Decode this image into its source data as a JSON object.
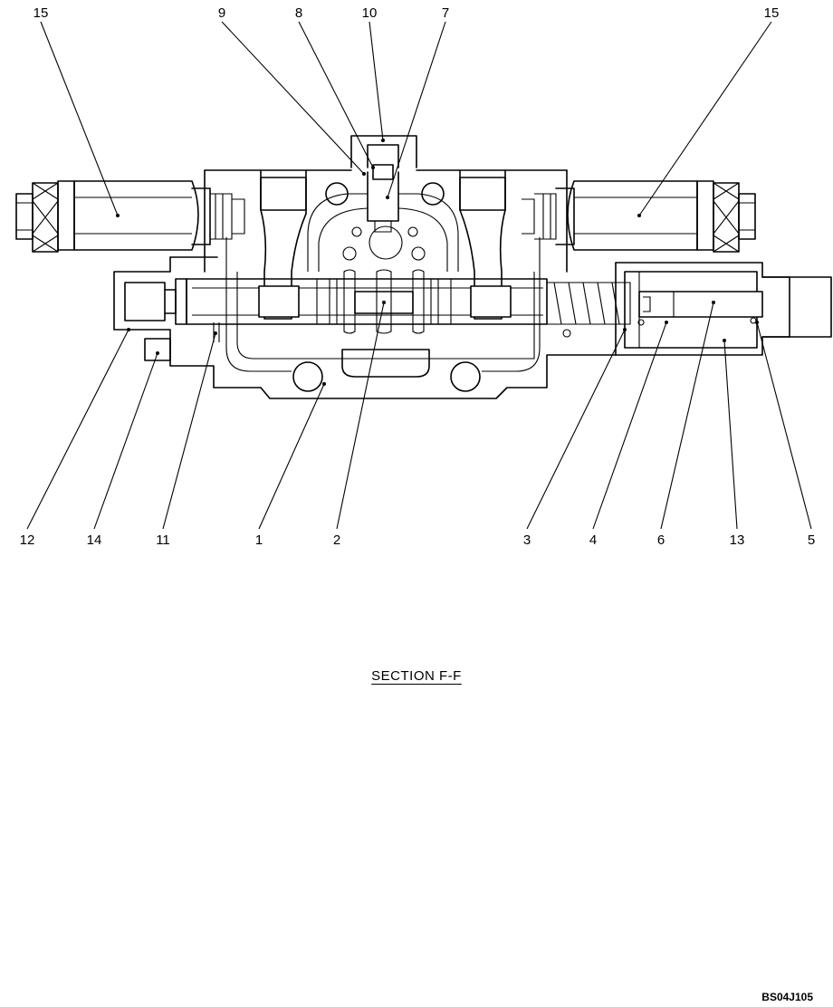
{
  "section_title": "SECTION  F-F",
  "drawing_code": "BS04J105",
  "callouts": {
    "c15a": "15",
    "c9": "9",
    "c8": "8",
    "c10": "10",
    "c7": "7",
    "c15b": "15",
    "c12": "12",
    "c14": "14",
    "c11": "11",
    "c1": "1",
    "c2": "2",
    "c3": "3",
    "c4": "4",
    "c6": "6",
    "c13": "13",
    "c5": "5"
  }
}
